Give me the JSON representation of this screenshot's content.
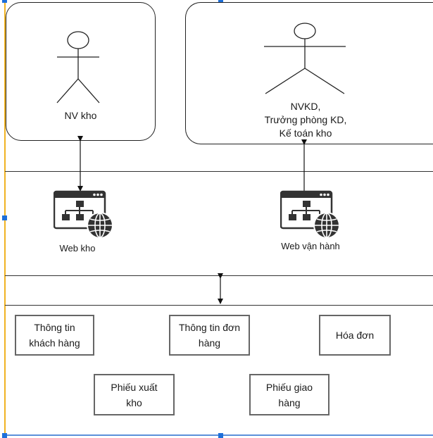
{
  "actors": [
    {
      "label": "NV kho"
    },
    {
      "label_lines": [
        "NVKD,",
        "Trưởng phòng KD,",
        "Kế toán kho"
      ]
    }
  ],
  "web_apps": [
    {
      "label": "Web kho",
      "icon": "web-sitemap-globe-icon"
    },
    {
      "label": "Web vận hành",
      "icon": "web-sitemap-globe-icon"
    }
  ],
  "entities": [
    {
      "label_lines": [
        "Thông tin",
        "khách hàng"
      ]
    },
    {
      "label_lines": [
        "Thông tin đơn",
        "hàng"
      ]
    },
    {
      "label_lines": [
        "Hóa đơn"
      ]
    },
    {
      "label_lines": [
        "Phiếu xuất",
        "kho"
      ]
    },
    {
      "label_lines": [
        "Phiếu giao",
        "hàng"
      ]
    }
  ],
  "colors": {
    "selection": "#1e6fd9",
    "left_edge": "#f0b323",
    "line": "#333333"
  }
}
